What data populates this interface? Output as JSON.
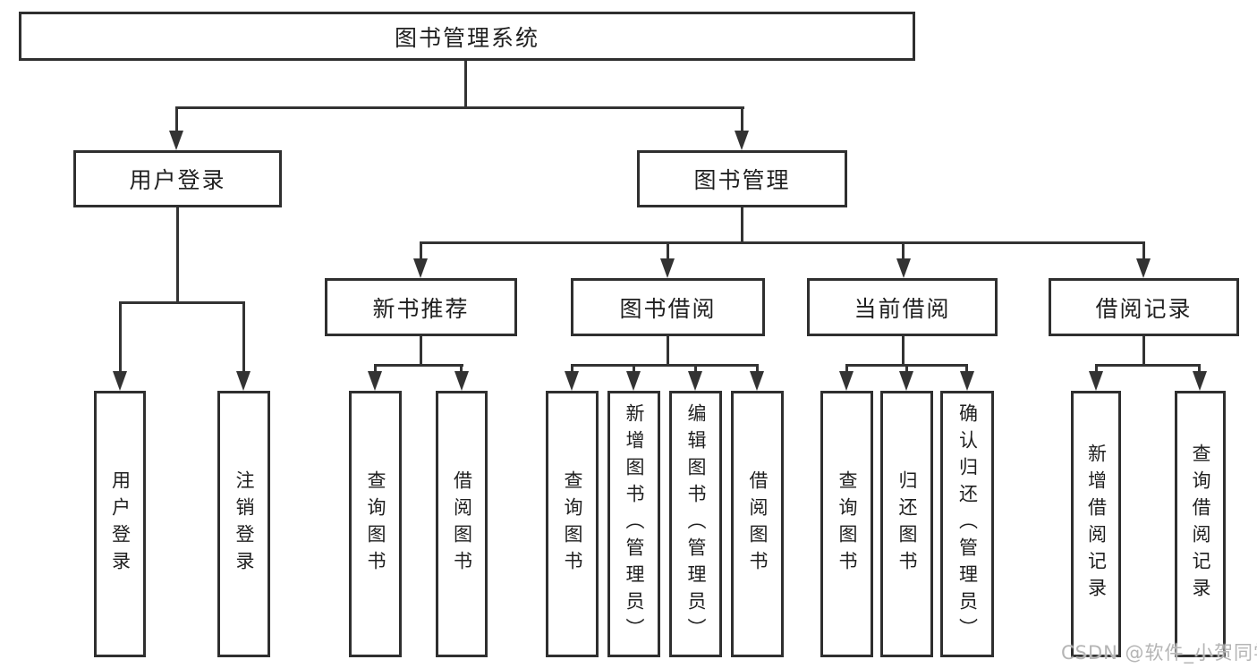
{
  "diagram": {
    "root": {
      "label": "图书管理系统"
    },
    "branches": [
      {
        "label": "用户登录",
        "leaves": [
          "用户登录",
          "注销登录"
        ]
      },
      {
        "label": "图书管理",
        "children": [
          {
            "label": "新书推荐",
            "leaves": [
              "查询图书",
              "借阅图书"
            ]
          },
          {
            "label": "图书借阅",
            "leaves": [
              "查询图书",
              "新增图书（管理员）",
              "编辑图书（管理员）",
              "借阅图书"
            ]
          },
          {
            "label": "当前借阅",
            "leaves": [
              "查询图书",
              "归还图书",
              "确认归还（管理员）"
            ]
          },
          {
            "label": "借阅记录",
            "leaves": [
              "新增借阅记录",
              "查询借阅记录"
            ]
          }
        ]
      }
    ]
  },
  "watermark": {
    "text": "CSDN @软件_小贺同学"
  },
  "colors": {
    "line": "#333333",
    "box_border": "#2f2f2f",
    "text": "#1f1f1f",
    "watermark": "#b5b5b5",
    "background": "#ffffff"
  }
}
